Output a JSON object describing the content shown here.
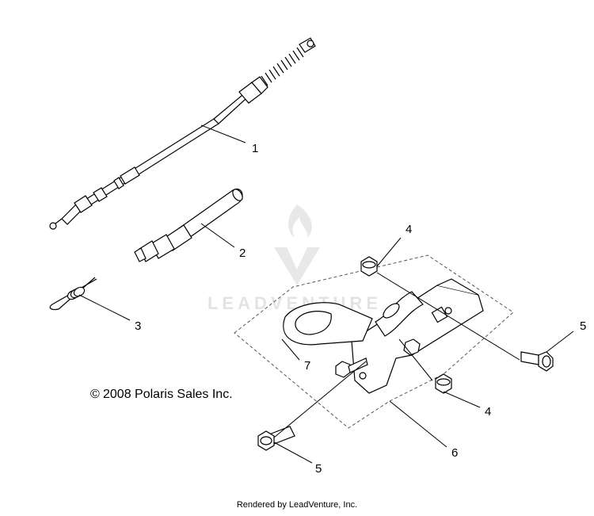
{
  "callouts": {
    "c1": "1",
    "c2": "2",
    "c3": "3",
    "c4a": "4",
    "c4b": "4",
    "c5a": "5",
    "c5b": "5",
    "c6": "6",
    "c7": "7"
  },
  "copyright": "2008 Polaris Sales Inc.",
  "copyright_symbol": "©",
  "watermark": "LEADVENTURE",
  "footer": "Rendered by LeadVenture, Inc.",
  "icons": {
    "watermark_logo": "leadventure-flame-logo-icon"
  }
}
